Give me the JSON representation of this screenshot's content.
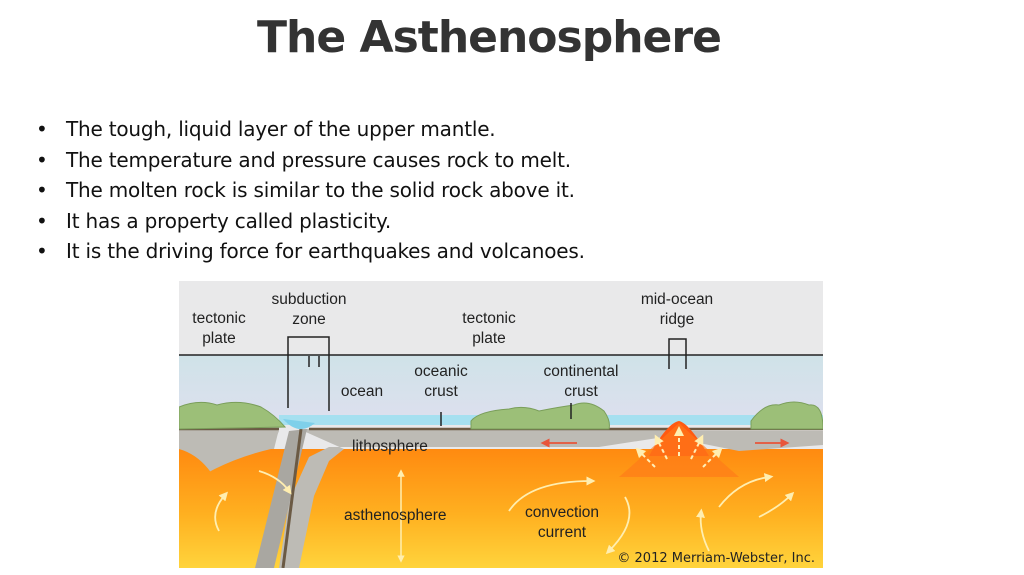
{
  "slide": {
    "title": "The Asthenosphere",
    "bullets": [
      "The tough, liquid layer of the upper mantle.",
      "The temperature and pressure causes rock to melt.",
      "The molten rock is similar to the solid rock above it.",
      "It has a property called plasticity.",
      "It is the driving force for earthquakes and volcanoes."
    ]
  },
  "diagram": {
    "labels": {
      "tectonic_plate_left_1": "tectonic",
      "tectonic_plate_left_2": "plate",
      "subduction_1": "subduction",
      "subduction_2": "zone",
      "tectonic_plate_mid_1": "tectonic",
      "tectonic_plate_mid_2": "plate",
      "mid_ocean_1": "mid-ocean",
      "mid_ocean_2": "ridge",
      "ocean": "ocean",
      "oceanic_crust_1": "oceanic",
      "oceanic_crust_2": "crust",
      "continental_crust_1": "continental",
      "continental_crust_2": "crust",
      "lithosphere": "lithosphere",
      "asthenosphere": "asthenosphere",
      "convection_1": "convection",
      "convection_2": "current",
      "copyright": "© 2012 Merriam-Webster, Inc."
    },
    "colors": {
      "sky": "#e9e9ea",
      "atmosphere_band": "#c9dde4",
      "ocean": "#a9e1f0",
      "land": "#9cbf78",
      "lithosphere": "#bebcb6",
      "asthenosphere_top": "#ff9b12",
      "asthenosphere_bottom": "#ffd23a",
      "arrow": "#ffe79a",
      "accent_arrow": "#e8553a"
    }
  }
}
